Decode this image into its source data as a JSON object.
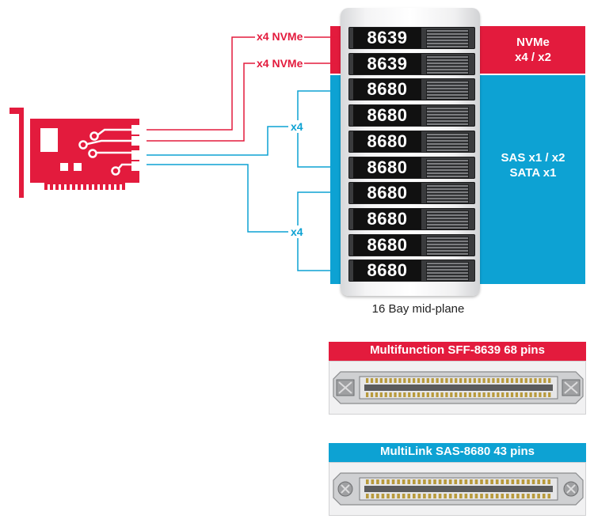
{
  "links": {
    "nvme_top": "x4 NVMe",
    "nvme_bottom": "x4 NVMe",
    "sas_top": "x4",
    "sas_bottom": "x4"
  },
  "bands": {
    "nvme": "NVMe\nx4 / x2",
    "sas": "SAS x1 / x2\nSATA x1"
  },
  "bays": [
    "8639",
    "8639",
    "8680",
    "8680",
    "8680",
    "8680",
    "8680",
    "8680",
    "8680",
    "8680"
  ],
  "caption": "16 Bay mid-plane",
  "connectors": [
    {
      "title": "Multifunction SFF-8639  68 pins",
      "color": "#e31b3d"
    },
    {
      "title": "MultiLink SAS-8680 43 pins",
      "color": "#0da2d3"
    }
  ],
  "colors": {
    "red": "#e31b3d",
    "blue": "#0da2d3"
  }
}
